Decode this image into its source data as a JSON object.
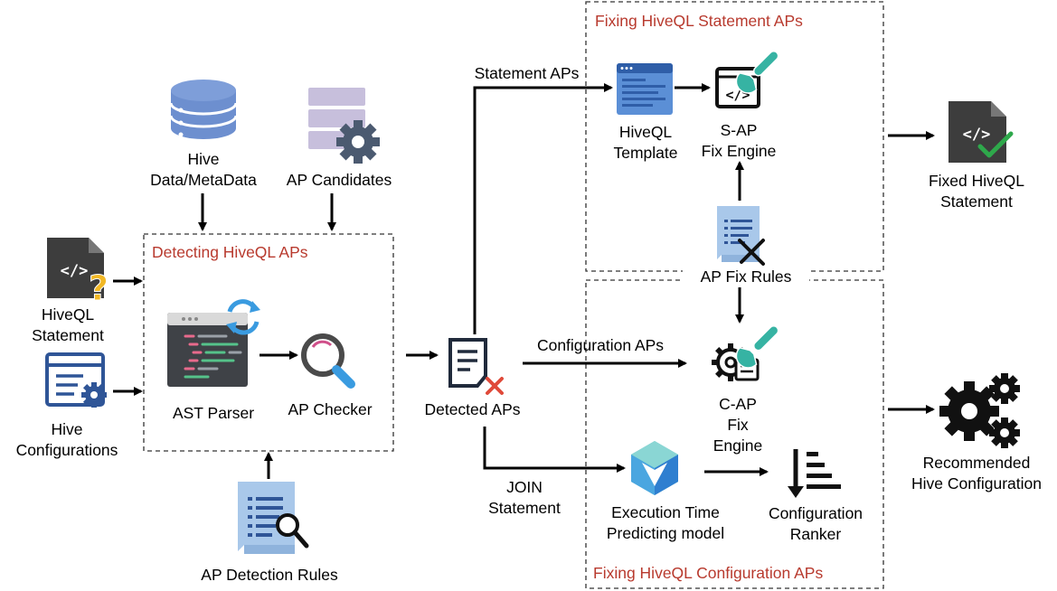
{
  "groups": {
    "detecting": "Detecting HiveQL APs",
    "fix_statement": "Fixing HiveQL Statement APs",
    "fix_config": "Fixing HiveQL Configuration APs"
  },
  "labels": {
    "hive_data_1": "Hive",
    "hive_data_2": "Data/MetaData",
    "ap_candidates": "AP Candidates",
    "hiveql_stmt_1": "HiveQL",
    "hiveql_stmt_2": "Statement",
    "hive_conf_1": "Hive",
    "hive_conf_2": "Configurations",
    "ast_parser": "AST Parser",
    "ap_checker": "AP Checker",
    "ap_detection_rules": "AP Detection Rules",
    "detected_aps": "Detected APs",
    "statement_aps": "Statement APs",
    "configuration_aps": "Configuration APs",
    "join_1": "JOIN",
    "join_2": "Statement",
    "hiveql_template_1": "HiveQL",
    "hiveql_template_2": "Template",
    "sap_1": "S-AP",
    "sap_2": "Fix Engine",
    "ap_fix_rules": "AP Fix Rules",
    "cap_1": "C-AP",
    "cap_2": "Fix",
    "cap_3": "Engine",
    "exec_1": "Execution Time",
    "exec_2": "Predicting model",
    "ranker_1": "Configuration",
    "ranker_2": "Ranker",
    "fixed_1": "Fixed  HiveQL",
    "fixed_2": "Statement",
    "rec_1": "Recommended",
    "rec_2": "Hive Configuration"
  },
  "icons": {
    "code": "</>"
  },
  "colors": {
    "title_red": "#b83a2e",
    "icon_blue": "#2f5597",
    "db_blue": "#6d8fcf",
    "teal": "#36b3a3",
    "doc_light": "#a9c8ea",
    "dark_file": "#3d3d3d",
    "lavender": "#c7bfdc",
    "check_green": "#2ea84b",
    "question_yellow": "#f2b825"
  }
}
